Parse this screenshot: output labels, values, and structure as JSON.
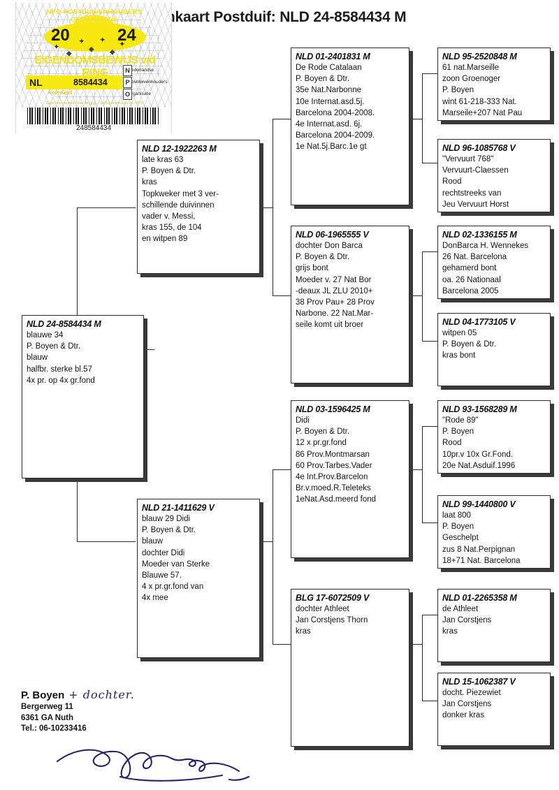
{
  "document": {
    "title": "Stamkaart Postduif: NLD 24-8584434 M"
  },
  "stamp": {
    "organisation": "NPO POSTDUIVENHOUDERS ORGANISATIE",
    "year_left": "20",
    "year_right": "24",
    "title": "EIGENDOMSBEWIJS v/d RING",
    "country_code": "NL",
    "ring_number": "8584434",
    "npo_lines": [
      "ederlandse",
      "ostduivenhouders",
      "rganisatie"
    ],
    "npo_initials": [
      "N",
      "P",
      "O"
    ],
    "map_label": "Nederland",
    "fine_print": "Eigendomsbewijs van de ring - Gedeponeerd bij de NPO",
    "barcode_number": "248584434"
  },
  "pedigree": {
    "subject": {
      "ring": "NLD 24-8584434 M",
      "lines": [
        "blauwe 34",
        "P. Boyen & Dtr.",
        "blauw",
        "halfbr. sterke bl.57",
        "4x pr. op 4x gr.fond"
      ]
    },
    "gen2": [
      {
        "ring": "NLD 12-1922263 M",
        "lines": [
          "late kras 63",
          "P. Boyen & Dtr.",
          "kras",
          "Topkweker met 3 ver-",
          "schillende duivinnen",
          "vader v. Messi,",
          "kras 155,  de 104",
          "en witpen 89"
        ]
      },
      {
        "ring": "NLD 21-1411629 V",
        "lines": [
          "blauw 29 Didi",
          "P. Boyen & Dtr.",
          "blauw",
          "dochter Didi",
          "Moeder van Sterke",
          "Blauwe 57.",
          "4 x pr.gr.fond van",
          "4x mee"
        ]
      }
    ],
    "gen3": [
      {
        "ring": "NLD 01-2401831 M",
        "lines": [
          "De Rode Catalaan",
          "P. Boyen & Dtr.",
          "35e Nat.Narbonne",
          "10e Internat.asd.5j.",
          "Barcelona 2004-2008.",
          "4e Internat.asd. 6j.",
          "Barcelona 2004-2009.",
          "1e Nat.5j.Barc.1e gt"
        ]
      },
      {
        "ring": "NLD 06-1965555 V",
        "lines": [
          "dochter Don Barca",
          "P. Boyen & Dtr.",
          "grijs bont",
          "Moeder v. 27 Nat Bor",
          "-deaux JL ZLU 2010+",
          "38 Prov Pau+ 28 Prov",
          "Narbone. 22 Nat.Mar-",
          "seile komt uit broer"
        ]
      },
      {
        "ring": "NLD 03-1596425 M",
        "lines": [
          " Didi",
          "P. Boyen & Dtr.",
          "12 x pr.gr.fond",
          "86 Prov.Montmarsan",
          "60 Prov.Tarbes.Vader",
          "4e Int.Prov.Barcelon",
          "Br.v.moed.R.Teleteks",
          "1eNat.Asd.meerd fond"
        ]
      },
      {
        "ring": "BLG 17-6072509 V",
        "lines": [
          "dochter Athleet",
          "Jan Corstjens Thorn",
          "kras"
        ]
      }
    ],
    "gen4": [
      {
        "ring": "NLD 95-2520848 M",
        "lines": [
          "61 nat.Marseille",
          "zoon Groenoger",
          "P. Boyen",
          "wint 61-218-333 Nat.",
          "Marseile+207 Nat Pau"
        ]
      },
      {
        "ring": "NLD 96-1085768 V",
        "lines": [
          "\"Vervuurt 768\"",
          "Vervuurt-Claessen",
          "Rood",
          "rechtstreeks van",
          "Jeu Vervuurt Horst"
        ]
      },
      {
        "ring": "NLD 02-1336155 M",
        "lines": [
          "DonBarca H. Wennekes",
          "26 Nat. Barcelona",
          "gehamerd bont",
          "oa. 26 Nationaal",
          "Barcelona 2005"
        ]
      },
      {
        "ring": "NLD 04-1773105 V",
        "lines": [
          "witpen 05",
          "P. Boyen & Dtr.",
          "kras bont"
        ]
      },
      {
        "ring": "NLD 93-1568289 M",
        "lines": [
          "\"Rode 89\"",
          "P. Boyen",
          "Rood",
          "10pr.v 10x Gr.Fond.",
          "20e Nat.Asduif.1996"
        ]
      },
      {
        "ring": "NLD 99-1440800 V",
        "lines": [
          "laat 800",
          "P. Boyen",
          "Geschelpt",
          "zus 8 Nat.Perpignan",
          "18+71 Nat. Barcelona"
        ]
      },
      {
        "ring": "NLD 01-2265358 M",
        "lines": [
          "de Athleet",
          "Jan Corstjens",
          "kras"
        ]
      },
      {
        "ring": "NLD 15-1062387 V",
        "lines": [
          "docht. Piezewiet",
          "Jan Corstjens",
          "donker kras"
        ]
      }
    ]
  },
  "breeder": {
    "name": "P. Boyen",
    "handwritten_note": "+ dochter.",
    "address": "Bergerweg 11",
    "postal_city": "6361 GA  Nuth",
    "phone": "Tel.: 06-10233416"
  }
}
